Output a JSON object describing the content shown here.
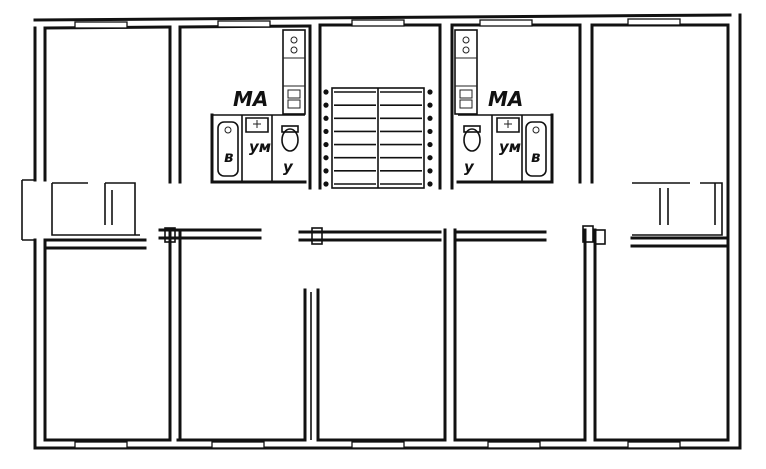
{
  "labels": {
    "left_unit": {
      "corridor": "МА",
      "bath": "в",
      "sink": "ум",
      "toilet": "у"
    },
    "right_unit": {
      "corridor": "МА",
      "bath": "в",
      "sink": "ум",
      "toilet": "у"
    }
  },
  "colors": {
    "ink": "#111111",
    "paper": "#ffffff"
  },
  "stair": {
    "steps_per_flight": 8,
    "flights": 2
  }
}
